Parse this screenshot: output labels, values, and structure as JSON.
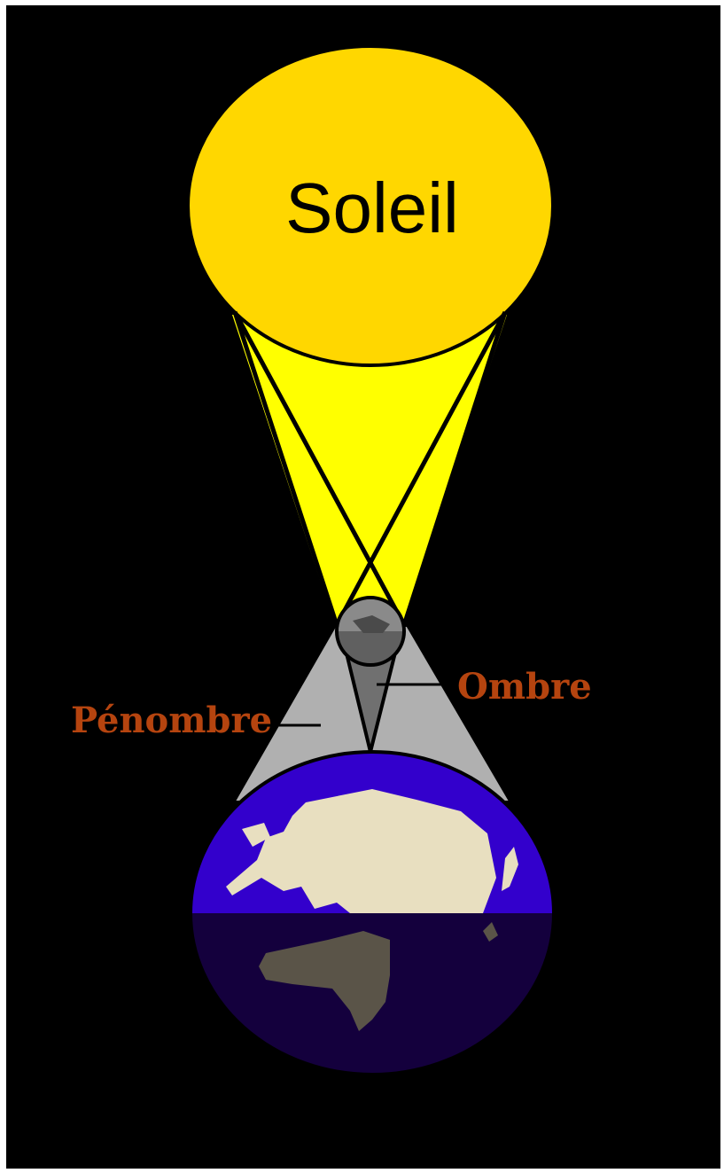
{
  "labels": {
    "sun": "Soleil",
    "umbra": "Ombre",
    "penumbra": "Pénombre"
  },
  "colors": {
    "frame": "#ffffff",
    "background": "#000000",
    "sun": "#ffd700",
    "light_rays": "#ffff00",
    "outline": "#000000",
    "penumbra_shadow": "#b0b0b0",
    "umbra_shadow": "#707070",
    "moon": "#606060",
    "earth_day_ocean": "#3300cc",
    "earth_night_ocean": "#14003d",
    "land_day": "#e8dfc0",
    "land_night": "#5a5448",
    "label_text": "#b5440f"
  }
}
